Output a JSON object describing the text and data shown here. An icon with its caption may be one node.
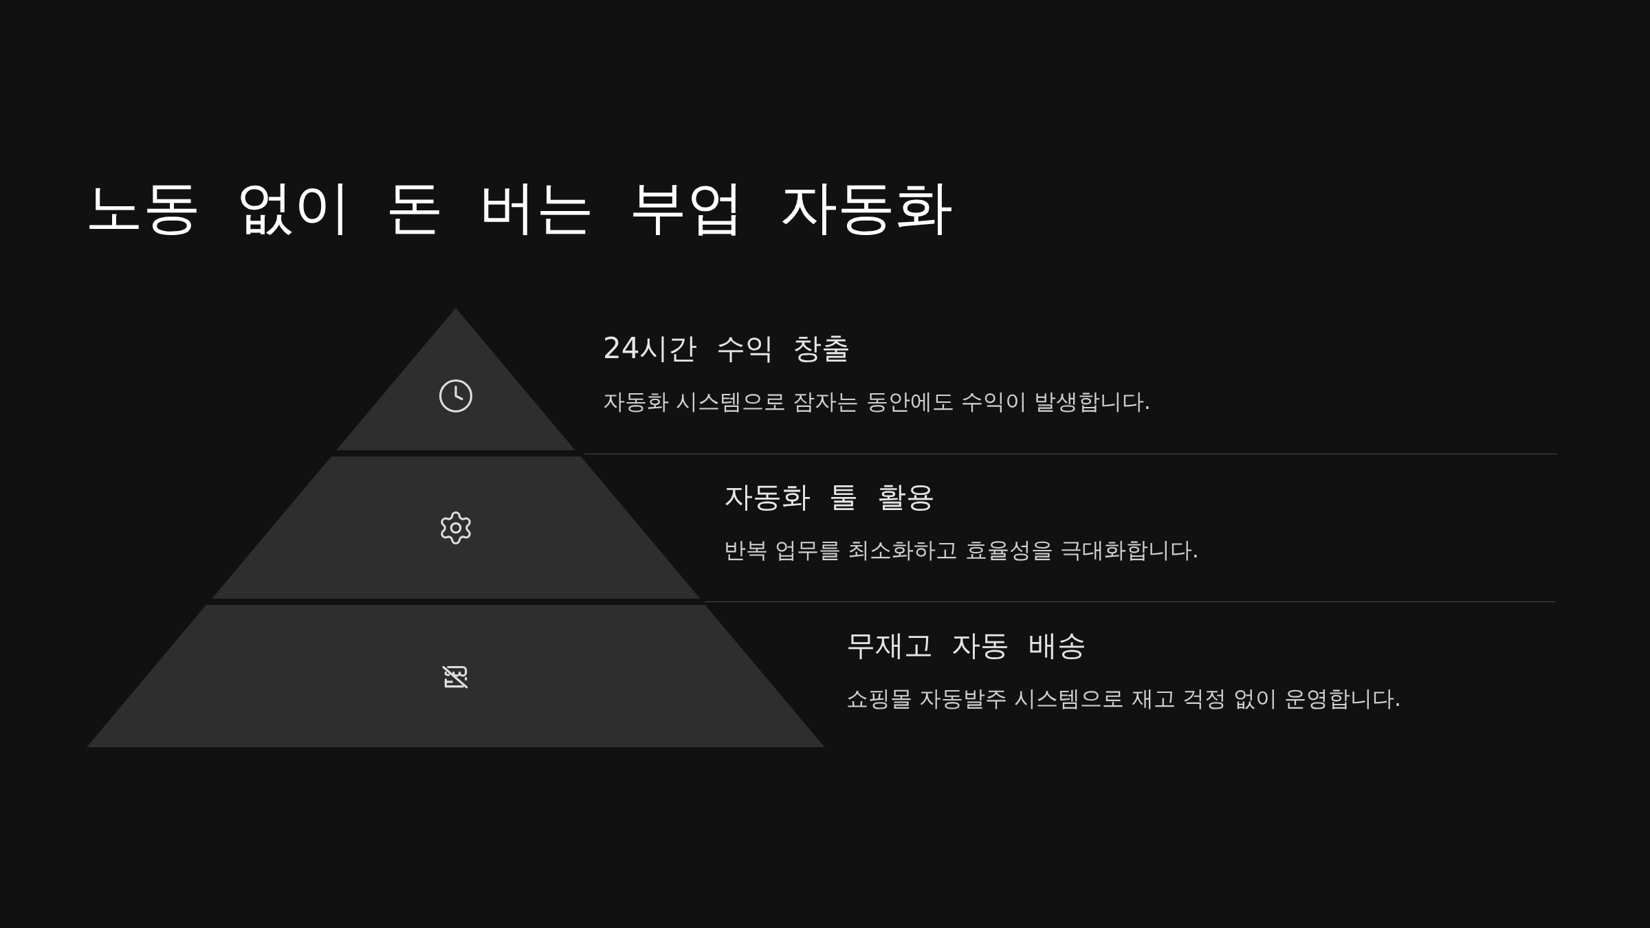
{
  "diagram": {
    "title": "노동 없이 돈 버는 부업 자동화",
    "nodes": [
      {
        "text": [
          "24시간 수익 창출",
          "자동화 시스템으로 잠자는 동안에도 수익이 발생합니다."
        ]
      },
      {
        "text": [
          "자동화 툴 활용",
          "반복 업무를 최소화하고 효율성을 극대화합니다."
        ]
      },
      {
        "text": [
          "무재고 자동 배송",
          "쇼핑몰 자동발주 시스템으로 재고 걱정 없이 운영합니다."
        ]
      }
    ],
    "edges": []
  }
}
